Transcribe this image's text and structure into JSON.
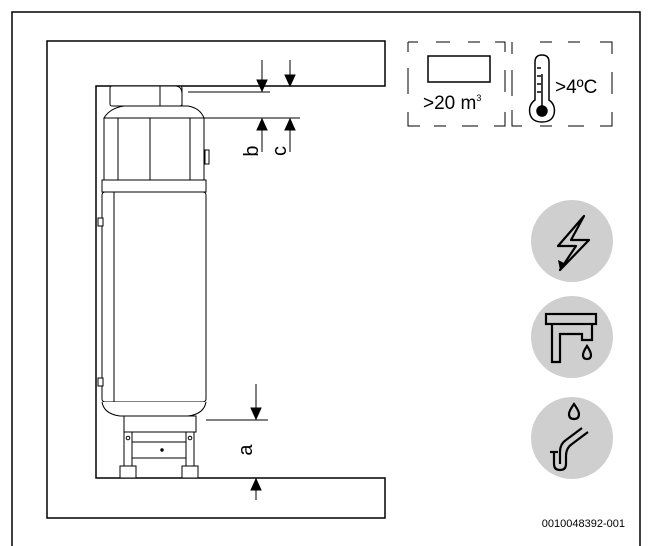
{
  "figure": {
    "room_volume": ">20 m",
    "room_volume_superscript": "3",
    "min_temperature": ">4ºC",
    "dimension_labels": {
      "a": "a",
      "b": "b",
      "c": "c"
    },
    "reference_number": "0010048392-001"
  },
  "icons": [
    "electrical-supply-icon",
    "water-tap-icon",
    "condensate-drain-icon",
    "thermometer-icon",
    "room-volume-icon"
  ],
  "colors": {
    "icon_circle": "#cfcfcf",
    "line": "#000000"
  }
}
